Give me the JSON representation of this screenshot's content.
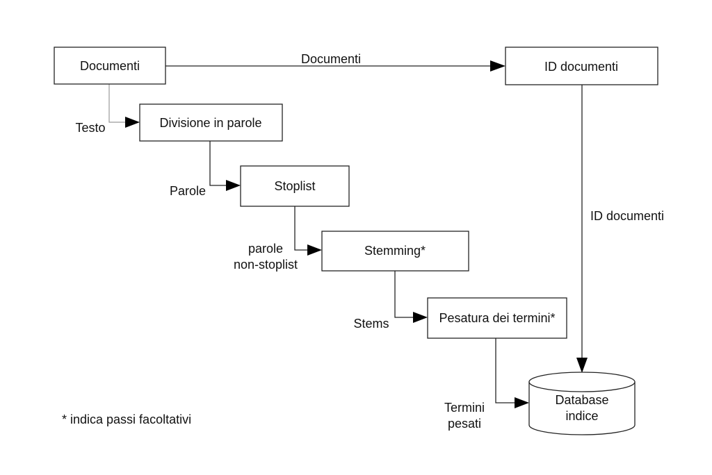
{
  "nodes": {
    "documenti": "Documenti",
    "id_documenti": "ID documenti",
    "divisione": "Divisione in parole",
    "stoplist": "Stoplist",
    "stemming": "Stemming*",
    "pesatura": "Pesatura dei termini*",
    "database_line1": "Database",
    "database_line2": "indice"
  },
  "edges": {
    "documenti_to_id": "Documenti",
    "testo": "Testo",
    "parole": "Parole",
    "non_stoplist_line1": "parole",
    "non_stoplist_line2": "non-stoplist",
    "stems": "Stems",
    "termini_line1": "Termini",
    "termini_line2": "pesati",
    "id_to_db": "ID documenti"
  },
  "footnote": "* indica passi facoltativi"
}
